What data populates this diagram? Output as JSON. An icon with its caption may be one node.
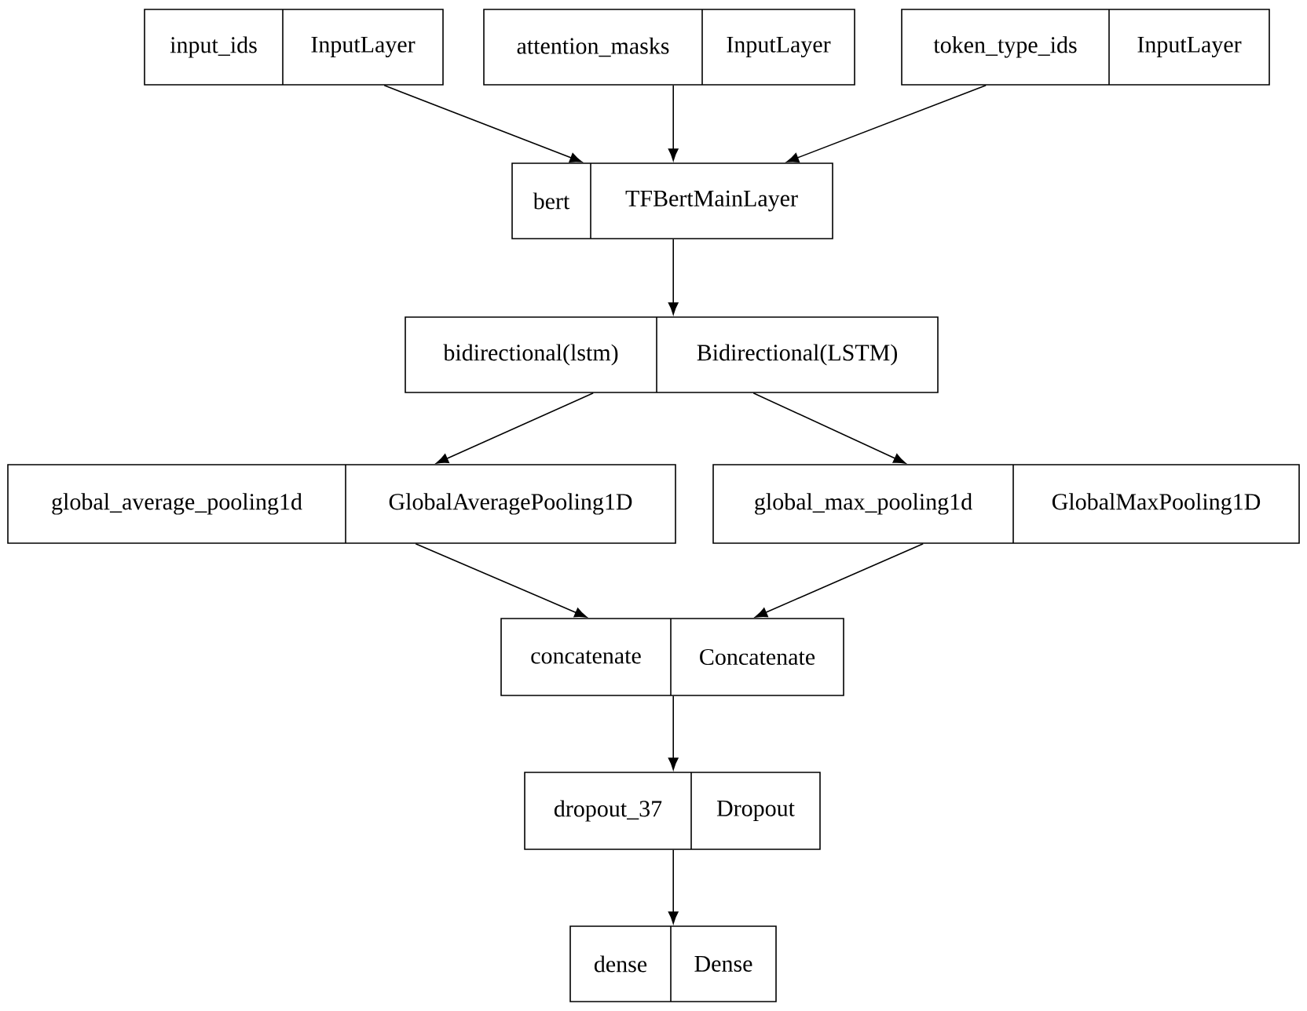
{
  "diagram": {
    "nodes": [
      {
        "text": [
          "input_ids",
          "InputLayer"
        ]
      },
      {
        "text": [
          "attention_masks",
          "InputLayer"
        ]
      },
      {
        "text": [
          "token_type_ids",
          "InputLayer"
        ]
      },
      {
        "text": [
          "bert",
          "TFBertMainLayer"
        ]
      },
      {
        "text": [
          "bidirectional(lstm)",
          "Bidirectional(LSTM)"
        ]
      },
      {
        "text": [
          "global_average_pooling1d",
          "GlobalAveragePooling1D"
        ]
      },
      {
        "text": [
          "global_max_pooling1d",
          "GlobalMaxPooling1D"
        ]
      },
      {
        "text": [
          "concatenate",
          "Concatenate"
        ]
      },
      {
        "text": [
          "dropout_37",
          "Dropout"
        ]
      },
      {
        "text": [
          "dense",
          "Dense"
        ]
      }
    ],
    "edges": [
      {
        "from": 0,
        "to": 3,
        "arrow": "to"
      },
      {
        "from": 1,
        "to": 3,
        "arrow": "to"
      },
      {
        "from": 2,
        "to": 3,
        "arrow": "to"
      },
      {
        "from": 3,
        "to": 4,
        "arrow": "to"
      },
      {
        "from": 4,
        "to": 5,
        "arrow": "to"
      },
      {
        "from": 4,
        "to": 6,
        "arrow": "to"
      },
      {
        "from": 5,
        "to": 7,
        "arrow": "to"
      },
      {
        "from": 6,
        "to": 7,
        "arrow": "to"
      },
      {
        "from": 7,
        "to": 8,
        "arrow": "to"
      },
      {
        "from": 8,
        "to": 9,
        "arrow": "to"
      }
    ]
  }
}
